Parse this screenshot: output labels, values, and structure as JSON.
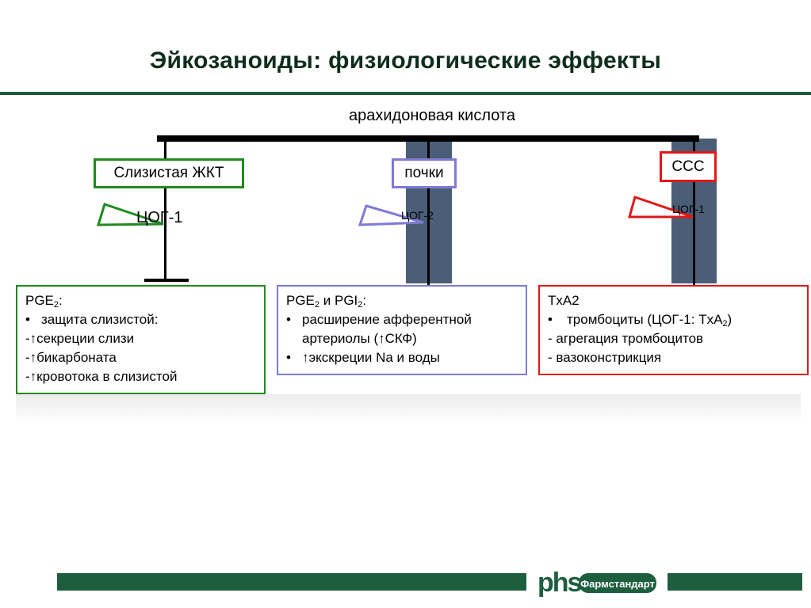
{
  "slide": {
    "title": "Эйкозаноиды: физиологические эффекты",
    "root_label": "арахидоновая кислота",
    "branches": [
      {
        "label": "Слизистая ЖКТ",
        "enzyme": "ЦОГ-1",
        "color": "#1f8a1f",
        "box": {
          "heading_text": "PGE",
          "heading_sub": "2",
          "heading_tail": ":",
          "bullet": "защита слизистой:",
          "lines": [
            "-↑секреции слизи",
            "-↑бикарбоната",
            "-↑кровотока в слизистой"
          ]
        }
      },
      {
        "label": "почки",
        "enzyme": "ЦОГ-2",
        "color": "#7f7ad4",
        "box": {
          "heading_a": "PGE",
          "heading_a_sub": "2",
          "heading_mid": " и PGI",
          "heading_b_sub": "2",
          "heading_tail": ":",
          "bullet1": "расширение афферентной",
          "bullet1_cont": "артериолы (↑СКФ)",
          "bullet2": "↑экскреции Na и воды"
        }
      },
      {
        "label": "ССС",
        "enzyme": "ЦОГ-1",
        "color": "#e01818",
        "box": {
          "heading": "TxA2",
          "bullet_text": "тромбоциты (ЦОГ-1: TxA",
          "bullet_sub": "2",
          "bullet_tail": ")",
          "lines": [
            "- агрегация тромбоцитов",
            "- вазоконстрикция"
          ]
        }
      }
    ]
  },
  "footer": {
    "logo_mark": "phs",
    "logo_text": "Фармстандарт",
    "color": "#1d5e3e"
  }
}
